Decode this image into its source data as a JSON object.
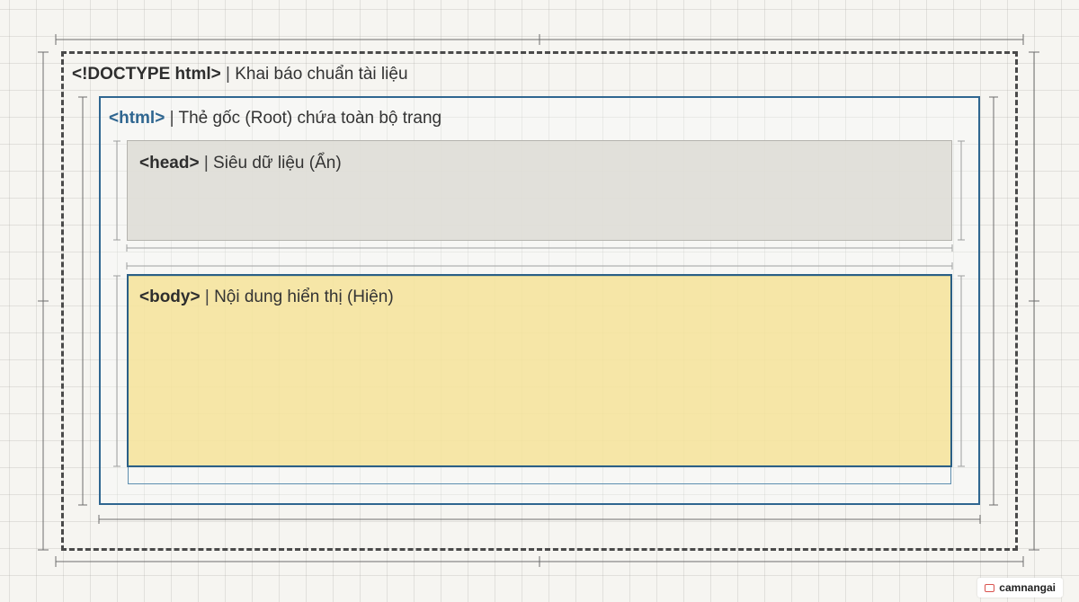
{
  "doctype": {
    "tag": "<!DOCTYPE html>",
    "separator": "|",
    "description": "Khai báo chuẩn tài liệu"
  },
  "html": {
    "tag": "<html>",
    "separator": "|",
    "description": "Thẻ gốc (Root) chứa toàn bộ trang"
  },
  "head": {
    "tag": "<head>",
    "separator": "|",
    "description": "Siêu dữ liệu (Ẩn)"
  },
  "body": {
    "tag": "<body>",
    "separator": "|",
    "description": "Nội dung hiển thị (Hiện)"
  },
  "watermark": {
    "text": "camnangai"
  },
  "colors": {
    "doctype_border": "#4a4a4a",
    "html_border": "#2f6690",
    "head_fill": "#dedcd7",
    "body_fill": "#f6e291",
    "body_border": "#2a5f86"
  }
}
